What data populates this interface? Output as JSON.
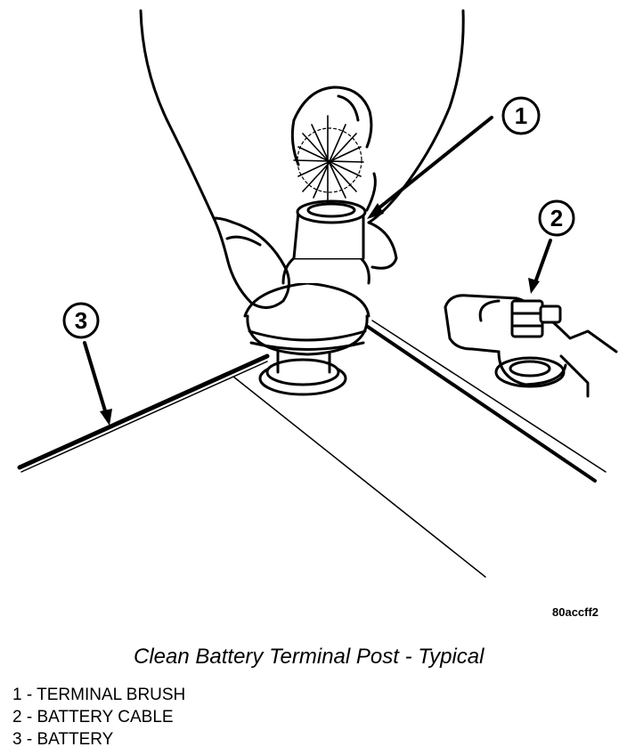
{
  "figure": {
    "id_code": "80accff2",
    "caption": "Clean Battery Terminal Post - Typical",
    "callouts": [
      {
        "number": "1",
        "label": "TERMINAL BRUSH"
      },
      {
        "number": "2",
        "label": "BATTERY CABLE"
      },
      {
        "number": "3",
        "label": "BATTERY"
      }
    ],
    "legend_separator": " - "
  }
}
